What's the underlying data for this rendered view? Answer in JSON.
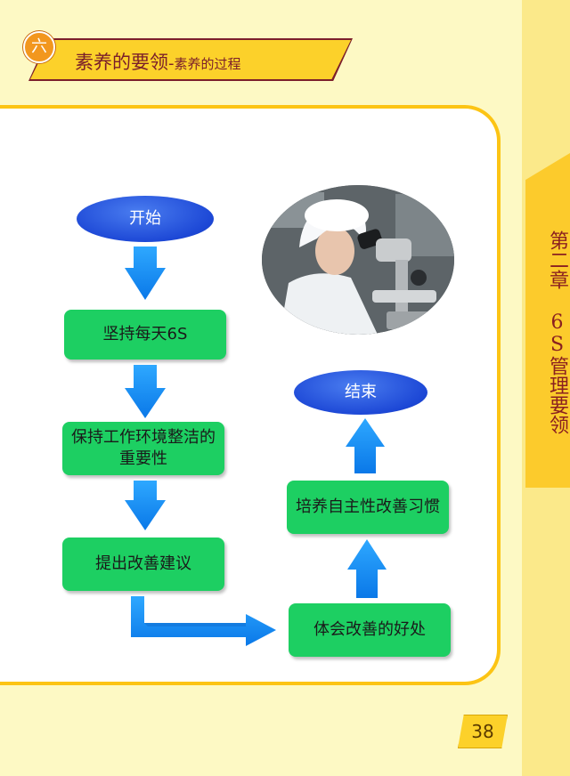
{
  "sidebar": {
    "chapter_label": "第二章 6S管理要领"
  },
  "heading": {
    "badge": "六",
    "main": "素养的要领",
    "separator": "-",
    "sub": "素养的过程"
  },
  "flow": {
    "start": "开始",
    "step1": "坚持每天6S",
    "step2": "保持工作环境整洁的重要性",
    "step3": "提出改善建议",
    "step4": "体会改善的好处",
    "step5": "培养自主性改善习惯",
    "end": "结束"
  },
  "colors": {
    "background": "#fdf9c4",
    "accent_yellow": "#fcc414",
    "oval_blue": "#1d48d6",
    "box_green": "#1dcf62",
    "arrow_blue": "#1e90ff",
    "title_red": "#7a1e2a"
  },
  "page": {
    "number": "38"
  }
}
